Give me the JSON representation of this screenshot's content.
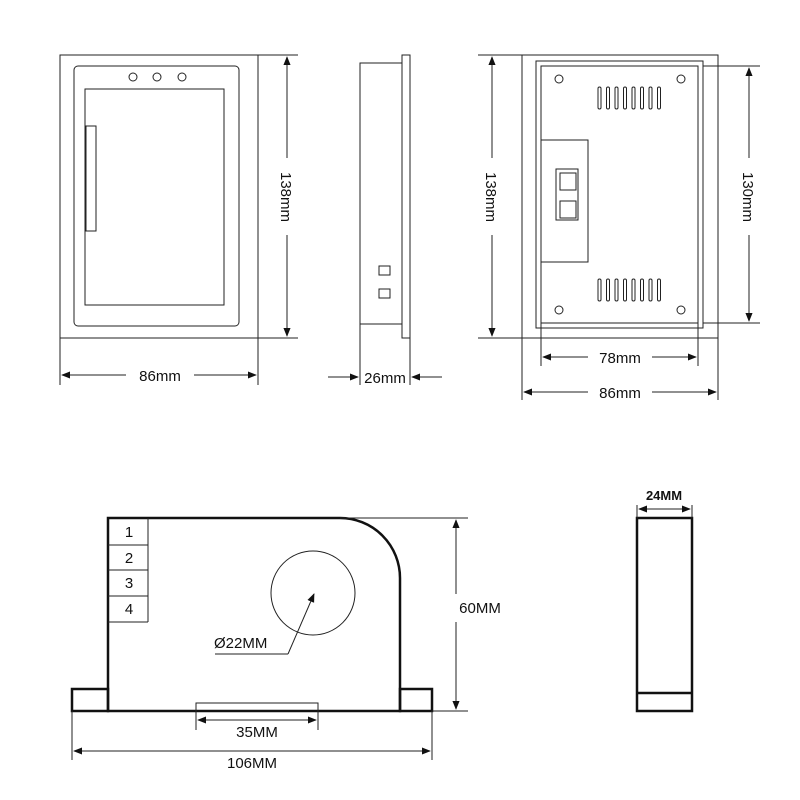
{
  "front_view": {
    "width_label": "86mm",
    "height_label": "138mm"
  },
  "side_view": {
    "depth_label": "26mm"
  },
  "back_view": {
    "height_label": "138mm",
    "inner_height_label": "130mm",
    "inner_width_label": "78mm",
    "width_label": "86mm"
  },
  "sensor_front": {
    "terminals": [
      "1",
      "2",
      "3",
      "4"
    ],
    "hole_label": "Ø22MM",
    "base_width_label": "35MM",
    "total_width_label": "106MM",
    "height_label": "60MM"
  },
  "sensor_side": {
    "thickness_label": "24MM"
  }
}
